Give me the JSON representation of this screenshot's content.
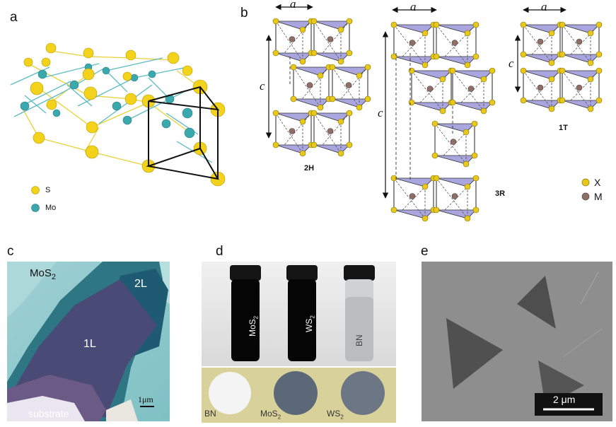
{
  "panels": {
    "a": {
      "label": "a",
      "legend": [
        {
          "symbol": "S",
          "color": "#f2d21a"
        },
        {
          "symbol": "Mo",
          "color": "#3aa8ad"
        }
      ]
    },
    "b": {
      "label": "b",
      "lattice": {
        "a": "a",
        "c": "c"
      },
      "polytypes": [
        "2H",
        "3R",
        "1T"
      ],
      "legend": [
        {
          "symbol": "X",
          "color": "#e8c81a"
        },
        {
          "symbol": "M",
          "color": "#8e6f68"
        }
      ]
    },
    "c": {
      "label": "c",
      "material": "MoS",
      "material_sub": "2",
      "regions": {
        "bilayer": "2L",
        "monolayer": "1L",
        "substrate": "substrate"
      },
      "scale_bar": "1μm"
    },
    "d": {
      "label": "d",
      "vials": [
        {
          "base": "MoS",
          "sub": "2"
        },
        {
          "base": "WS",
          "sub": "2"
        },
        {
          "base": "BN",
          "sub": ""
        }
      ],
      "films": [
        {
          "base": "BN",
          "sub": ""
        },
        {
          "base": "MoS",
          "sub": "2"
        },
        {
          "base": "WS",
          "sub": "2"
        }
      ]
    },
    "e": {
      "label": "e",
      "scale_bar": "2 μm"
    }
  }
}
